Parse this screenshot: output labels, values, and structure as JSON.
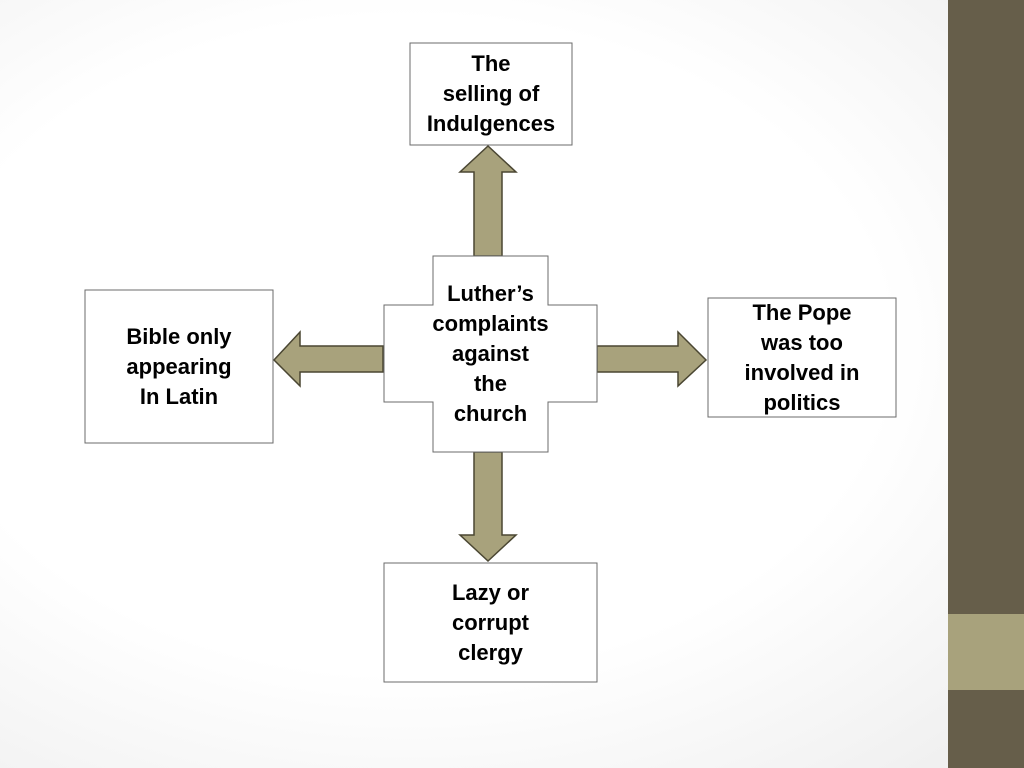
{
  "colors": {
    "sidebar": "#665e4a",
    "sidebar_band": "#a8a27c",
    "arrow_fill": "#a8a27c",
    "arrow_stroke": "#4a4632",
    "box_stroke": "#6b6b6b",
    "box_fill": "#ffffff"
  },
  "diagram": {
    "center": "Luther’s\ncomplaints\nagainst\nthe\nchurch",
    "top": "The\nselling of\nIndulgences",
    "left": "Bible only\nappearing\nIn Latin",
    "right": "The Pope\nwas too\ninvolved in\npolitics",
    "bottom": "Lazy or\ncorrupt\nclergy"
  }
}
